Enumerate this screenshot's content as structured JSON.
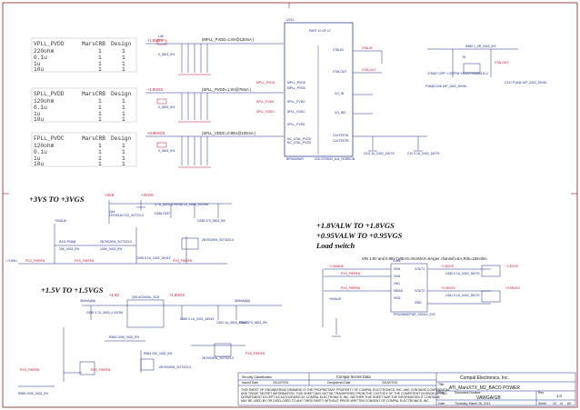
{
  "tables": [
    {
      "name": "VPLL_PVDD",
      "col1": "MarsCRB",
      "col2": "Design",
      "rows": [
        [
          "220ohm",
          "1",
          "1"
        ],
        [
          "0.1u",
          "1",
          "1"
        ],
        [
          "1u",
          "1",
          "1"
        ],
        [
          "10u",
          "1",
          "1"
        ]
      ]
    },
    {
      "name": "SPLL_PVDD",
      "col1": "MarsCRB",
      "col2": "Design",
      "rows": [
        [
          "120ohm",
          "1",
          "1"
        ],
        [
          "0.1u",
          "1",
          "1"
        ],
        [
          "1u",
          "1",
          "1"
        ],
        [
          "10u",
          "1",
          "1"
        ]
      ]
    },
    {
      "name": "FPLL_PVDC",
      "col1": "MarsCRB",
      "col2": "Design",
      "rows": [
        [
          "120ohm",
          "1",
          "1"
        ],
        [
          "0.1u",
          "1",
          "1"
        ],
        [
          "1u",
          "1",
          "1"
        ],
        [
          "10u",
          "1",
          "1"
        ]
      ]
    }
  ],
  "labels": {
    "vpll_title": "(MPLL_PVDD=1.8V@130mA )",
    "spll_title": "(SPLL_PVDD=1.8V@75mA )",
    "fpll_title": "(SPLL_VDDC=0.95V@100mA )",
    "current_360ma": "360mA(6A)"
  },
  "nets": {
    "v1_8gs": "+1.8VGS",
    "v0_95gs": "+0.95VGS",
    "v1_8": "+1.8VALW",
    "v3vs": "+3VS",
    "v3vgs": "+3VGS",
    "v5valw": "+5VALW",
    "v1_5": "+1.5V",
    "v1_5gs": "+1.5VGS",
    "pwr_en": "PXS_PWREN",
    "pwr_en_in": "<?LSW>",
    "pll_pvdd": "MPLL_PVDD",
    "spll_pvdd": "SPLL_PVDD",
    "spll_vddc": "SPLL_VDDC",
    "xtalin": "XTALIN",
    "xtalout": "XTALOUT",
    "xtal_r": "XTALOUT"
  },
  "parts": {
    "l_ref": "L48",
    "bead_a": "0_0603_5%",
    "r_xtal": "R882 1_0R_0402_5%",
    "xtal_ref": "Y5",
    "xtal_part": "27MHZ 10PF +-20PPM X3G027000BA1H-U",
    "cap_xtal_a": "P18@C246 10P_0402_50V8J",
    "cap_xtal_b": "C247 P18@ 10P_0402_50V8J",
    "cap_th_a": "C9 0.1U_0402_16V7K",
    "cap_th_b": "C10 0.1U_0402_16V7K",
    "cap_3vgs": "4.7U_0603_6.3VGM   1U_0603_10VGM",
    "q_3vgs": "Q44",
    "q_3vgs_pn": "LP2301ALT1G_SOT23-3",
    "cap_cd": "C636   C637",
    "cap_e": "C638 470_0603_5%",
    "r_3vgs": "R411 P18@",
    "r_val_a": "20K_0402_5%",
    "q_pwr": "2N7002KW_SOT323-3",
    "q_pwr_pn": "100K_0402_5%",
    "cap_f": "C639 0.1U_0402_16V4Z",
    "q_sw": "2N7002KW_SOT323-3",
    "q_1v5": "Q52 AO3404L_SC8",
    "cap_1v5_a": "C649 4.7U_0603_6.3VGM",
    "cap_1v5_b": "C650 0.1U_0402_16V4Z",
    "cap_1v5_c": "C651 1U_0603_10V4Z",
    "cap_1v5_d": "R562 470_0603_5%",
    "r_1v5": "R563 100K_0402_5%",
    "r_1v5_b": "R564 22K_0402_5%",
    "q_1v5_b": "2N7002KW_SOT323-3",
    "q_1v5_c": "2N7002KW_SOT323-3",
    "r_1v5_c": "R565 100K_0402_5%",
    "cap_ls_a": "C630 0.1U_0402_16V7K",
    "cap_ls_b": "C631 0.1U_0402_16V7K"
  },
  "gpu": {
    "ref": "UV1J",
    "part_title": "PART 10 OF 17",
    "package": "BROADWAY",
    "part_number": "216-0729042_A11_ROBSON",
    "pins": [
      "MPLL_PVDD",
      "MPLL_PVSS",
      "SPLL_PVDD",
      "SPLL_VDDC",
      "SPLL_PVSS",
      "NC_XTAL_PVDD",
      "NC_XTAL_PVSS",
      "XTALIN",
      "XTALOUT",
      "XO_IN",
      "XO_IN2",
      "CLKTESTA",
      "CLKTESTB"
    ]
  },
  "sections": {
    "s3vs_title": "+3VS TO +3VGS",
    "s1v5_title": "+1.5V TO +1.5VGS",
    "s1v8_line1": "+1.8VALW TO +1.8VGS",
    "s1v8_line2": "+0.95VALW TO +0.95VGS",
    "s1v8_line3": "Load switch",
    "s1v8_note": "VIN 1.8V and 0.95V (VBIAS=5V,IMAX=6A(per channel)=6A,Rds=18mohm"
  },
  "loadswitch": {
    "ref": "UV86",
    "part": "TPS22966DPUR_SON14_2X3",
    "pins": [
      "VIN1",
      "VIN1",
      "ON1",
      "VBIAS",
      "VIN2",
      "VOUT1",
      "VOUT2",
      "GND"
    ]
  },
  "titleblock": {
    "security_label": "Security Classification",
    "security_value": "Compal Secret Data",
    "issued_label": "Issued Date",
    "issued_date": "2012/07/03",
    "deciphered_label": "Deciphered Date",
    "deciphered_date": "2013/07/03",
    "legal": [
      "THIS SHEET OF ENGINEERING DRAWING IS THE PROPRIETARY PROPERTY OF COMPAL ELECTRONICS, INC. AND CONTAINS CONFIDENTIAL",
      "AND TRADE SECRET INFORMATION. THIS SHEET MAY NOT BE TRANSFERED FROM THE CUSTODY OF THE COMPETENT DIVISION OF R&D",
      "DEPARTMENT EXCEPT AS AUTHORIZED BY COMPAL ELECTRONICS, INC. NEITHER THIS SHEET NOR THE INFORMATION IT CONTAINS",
      "MAY BE USED BY OR DISCLOSED TO ANY THIRD PARTY WITHOUT PRIOR WRITTEN CONSENT OF COMPAL ELECTRONICS, INC."
    ],
    "company": "Compal Electronics, Inc.",
    "title_label": "Title",
    "sheet_name": "ATI_MarsXTX_M2_BACO POWER",
    "size_label": "Size",
    "docnum_label": "Document Number",
    "doc_number": "VAWGA/GB",
    "rev_label": "Rev",
    "rev": "1.0",
    "date_label": "Date:",
    "date": "Thursday, March 28, 2013",
    "sheet_label": "Sheet",
    "sheet_num": "19",
    "of_label": "of",
    "sheet_total": "60"
  }
}
